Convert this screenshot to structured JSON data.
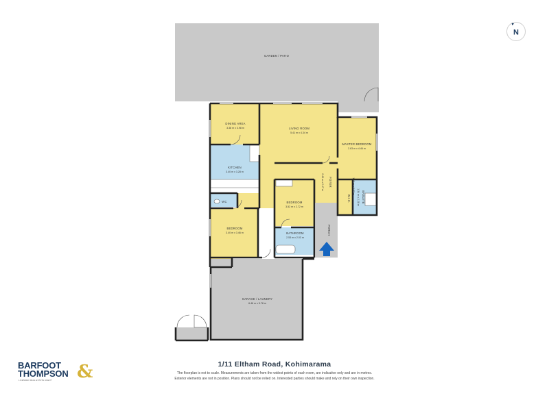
{
  "rooms": {
    "garden": {
      "name": "GARDEN / PATIO",
      "dims": ""
    },
    "dining": {
      "name": "DINING AREA",
      "dims": "3.38 m x 3.98 m"
    },
    "living": {
      "name": "LIVING ROOM",
      "dims": "5.41 m x 4.34 m"
    },
    "master": {
      "name": "MASTER BEDROOM",
      "dims": "2.63 m x 4.46 m"
    },
    "kitchen": {
      "name": "KITCHEN",
      "dims": "3.40 m x 3.28 m"
    },
    "foyer": {
      "name": "FOYER",
      "dims": "2.49 m x 2.47 m"
    },
    "wc": {
      "name": "WC",
      "dims": ""
    },
    "bedroom2": {
      "name": "BEDROOM",
      "dims": "3.52 m x 2.72 m"
    },
    "wic": {
      "name": "W.I.C.",
      "dims": "1.13 m x 2.37 m"
    },
    "ensuite": {
      "name": "ENSUITE",
      "dims": "1.34 m x 2.28 m"
    },
    "bedroom1": {
      "name": "BEDROOM",
      "dims": "3.40 m x 3.46 m"
    },
    "bathroom": {
      "name": "BATHROOM",
      "dims": "2.53 m x 2.03 m"
    },
    "porch": {
      "name": "PORCH",
      "dims": ""
    },
    "garage": {
      "name": "GARAGE / LAUNDRY",
      "dims": "6.46 m x 5.78 m"
    }
  },
  "compass": {
    "label": "N"
  },
  "address": "1/11 Eltham Road, Kohimarama",
  "disclaimer": {
    "line1": "The floorplan is not to scale. Measurements are taken from the widest points of each room, are indicative only and are in metres.",
    "line2": "Exterior elements are not in position. Plans should not be relied on. Interested parties should make and rely on their own inspection."
  },
  "logo": {
    "line1": "BARFOOT",
    "line2": "THOMPSON",
    "amp": "&",
    "tagline": "LICENSED REAL ESTATE AGENT"
  },
  "colors": {
    "yellow": "#f4e48c",
    "blue": "#bcdcee",
    "grey": "#c9c9c9",
    "wall": "#222222",
    "arrow": "#1565c0"
  }
}
